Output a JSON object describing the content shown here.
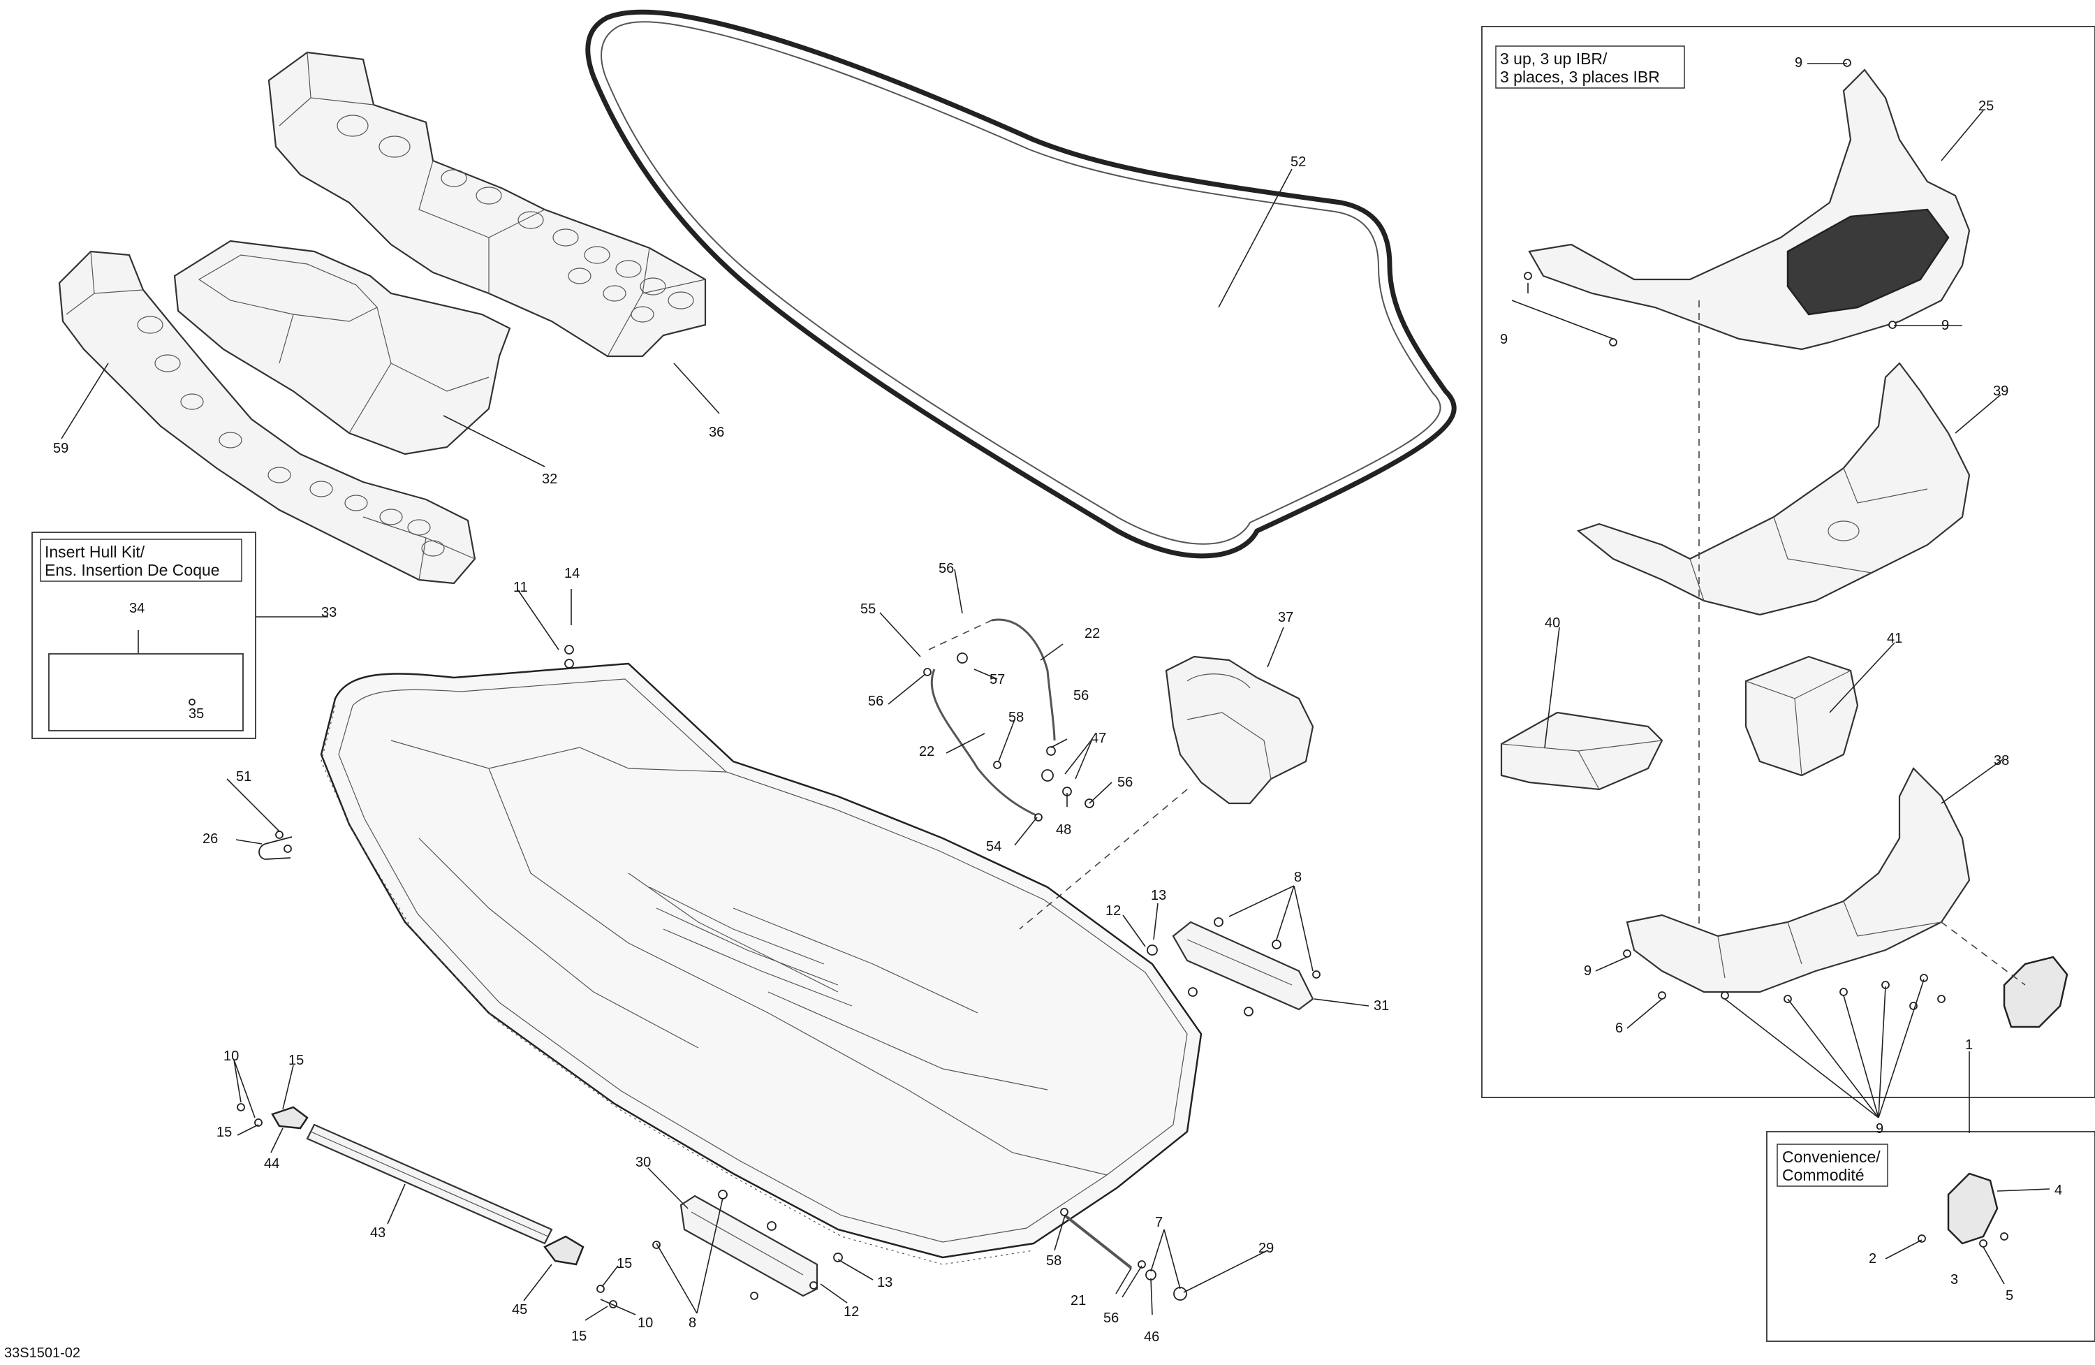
{
  "diagram_code": "33S1501-02",
  "boxes": {
    "insert_hull_kit": [
      "Insert Hull Kit/",
      "Ens. Insertion De Coque"
    ],
    "three_up": [
      "3 up, 3 up IBR/",
      "3 places, 3 places IBR"
    ],
    "convenience": [
      "Convenience/",
      "Commodité"
    ]
  },
  "callouts": [
    {
      "id": "c52",
      "label": "52"
    },
    {
      "id": "c36",
      "label": "36"
    },
    {
      "id": "c32",
      "label": "32"
    },
    {
      "id": "c59",
      "label": "59"
    },
    {
      "id": "c34",
      "label": "34"
    },
    {
      "id": "c35",
      "label": "35"
    },
    {
      "id": "c33",
      "label": "33"
    },
    {
      "id": "c11",
      "label": "11"
    },
    {
      "id": "c14",
      "label": "14"
    },
    {
      "id": "c51",
      "label": "51"
    },
    {
      "id": "c26",
      "label": "26"
    },
    {
      "id": "c56a",
      "label": "56"
    },
    {
      "id": "c55",
      "label": "55"
    },
    {
      "id": "c22a",
      "label": "22"
    },
    {
      "id": "c57",
      "label": "57"
    },
    {
      "id": "c56b",
      "label": "56"
    },
    {
      "id": "c56c",
      "label": "56"
    },
    {
      "id": "c58a",
      "label": "58"
    },
    {
      "id": "c47",
      "label": "47"
    },
    {
      "id": "c22b",
      "label": "22"
    },
    {
      "id": "c56d",
      "label": "56"
    },
    {
      "id": "c54",
      "label": "54"
    },
    {
      "id": "c48",
      "label": "48"
    },
    {
      "id": "c37",
      "label": "37"
    },
    {
      "id": "c13a",
      "label": "13"
    },
    {
      "id": "c8a",
      "label": "8"
    },
    {
      "id": "c12a",
      "label": "12"
    },
    {
      "id": "c31",
      "label": "31"
    },
    {
      "id": "c10a",
      "label": "10"
    },
    {
      "id": "c15a",
      "label": "15"
    },
    {
      "id": "c15b",
      "label": "15"
    },
    {
      "id": "c44",
      "label": "44"
    },
    {
      "id": "c43",
      "label": "43"
    },
    {
      "id": "c15c",
      "label": "15"
    },
    {
      "id": "c45",
      "label": "45"
    },
    {
      "id": "c10b",
      "label": "10"
    },
    {
      "id": "c15d",
      "label": "15"
    },
    {
      "id": "c30",
      "label": "30"
    },
    {
      "id": "c8b",
      "label": "8"
    },
    {
      "id": "c12b",
      "label": "12"
    },
    {
      "id": "c13b",
      "label": "13"
    },
    {
      "id": "c58b",
      "label": "58"
    },
    {
      "id": "c21",
      "label": "21"
    },
    {
      "id": "c56e",
      "label": "56"
    },
    {
      "id": "c7",
      "label": "7"
    },
    {
      "id": "c46",
      "label": "46"
    },
    {
      "id": "c29",
      "label": "29"
    },
    {
      "id": "c9a",
      "label": "9"
    },
    {
      "id": "c25",
      "label": "25"
    },
    {
      "id": "c9b",
      "label": "9"
    },
    {
      "id": "c9c",
      "label": "9"
    },
    {
      "id": "c39",
      "label": "39"
    },
    {
      "id": "c40",
      "label": "40"
    },
    {
      "id": "c41",
      "label": "41"
    },
    {
      "id": "c38",
      "label": "38"
    },
    {
      "id": "c9d",
      "label": "9"
    },
    {
      "id": "c6",
      "label": "6"
    },
    {
      "id": "c9e",
      "label": "9"
    },
    {
      "id": "c1",
      "label": "1"
    },
    {
      "id": "c4",
      "label": "4"
    },
    {
      "id": "c2",
      "label": "2"
    },
    {
      "id": "c3",
      "label": "3"
    },
    {
      "id": "c5",
      "label": "5"
    }
  ]
}
